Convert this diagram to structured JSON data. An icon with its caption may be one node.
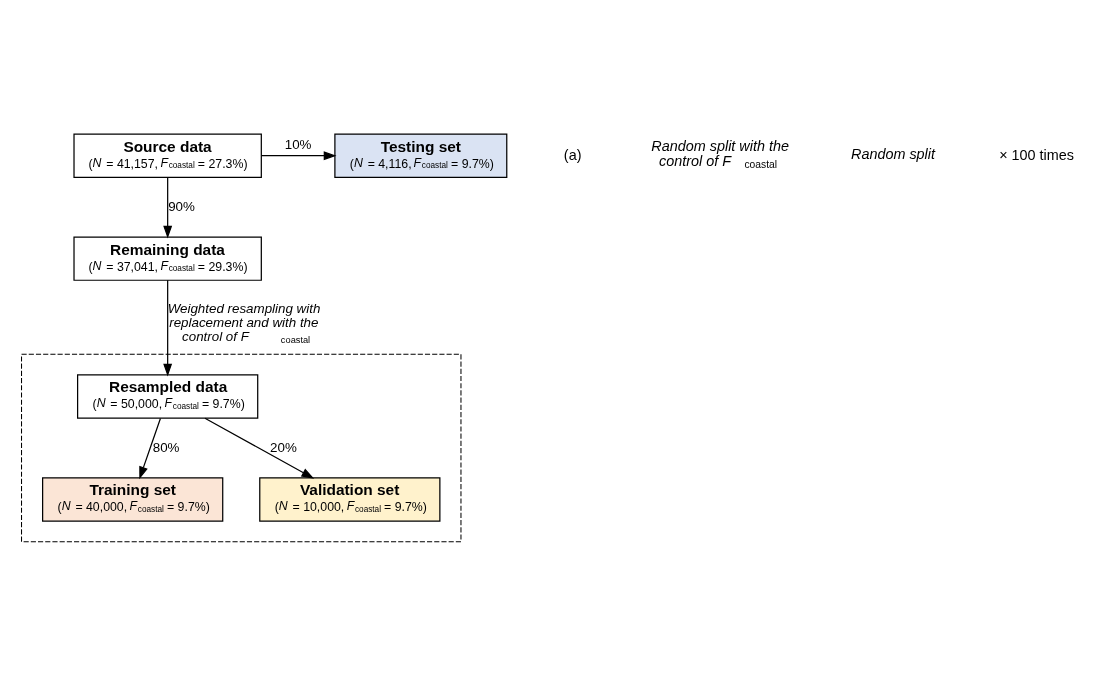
{
  "diagram": {
    "nodes": [
      {
        "text": [
          "Source data",
          "(*N* = 41,157, *F*$_{coastal}$ = 27.3%)"
        ]
      },
      {
        "text": [
          "Testing set",
          "(*N* = 4,116, *F*$_{coastal}$ = 9.7%)"
        ]
      },
      {
        "text": [
          "Remaining data",
          "(*N* = 37,041, *F*$_{coastal}$ = 29.3%)"
        ]
      },
      {
        "text": [],
        "shape": "box"
      },
      {
        "text": [
          "Resampled data",
          "(*N* = 50,000, *F*$_{coastal}$ = 9.7%)"
        ],
        "in": 3
      },
      {
        "text": [
          "Training set",
          "(*N* = 40,000, *F*$_{coastal}$ = 9.7%)"
        ],
        "in": 3
      },
      {
        "text": [
          "Validation set",
          "(*N* = 10,000, *F*$_{coastal}$ = 9.7%)"
        ],
        "in": 3
      }
    ],
    "edges": [
      {
        "from": 0,
        "to": 2,
        "arrow": "to",
        "label": "90%"
      },
      {
        "from": 0,
        "to": 1,
        "arrow": "to",
        "label": "10%"
      },
      {
        "from": 2,
        "to": 4,
        "arrow": "to",
        "label": "*Weighted resampling with replacement and with the control of F*$_{coastal}$"
      },
      {
        "from": 4,
        "to": 5,
        "arrow": "to",
        "label": "80%"
      },
      {
        "from": 4,
        "to": 6,
        "arrow": "to",
        "label": "20%"
      }
    ],
    "labels": [
      "(a)",
      "*Random split with the control of F*$_{coastal}$",
      "*Random split*",
      "× 100 times"
    ]
  }
}
